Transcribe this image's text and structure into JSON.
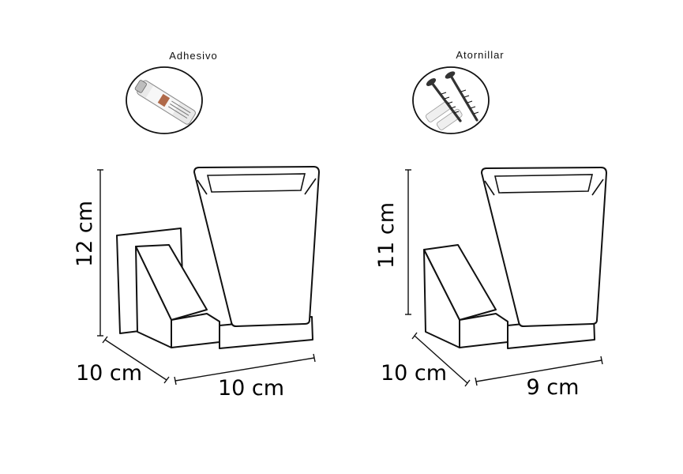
{
  "variants": [
    {
      "mount_label": "Adhesivo",
      "mount_icon": "adhesive-tube-icon",
      "height_label": "12 cm",
      "depth_label": "10 cm",
      "width_label": "10 cm"
    },
    {
      "mount_label": "Atornillar",
      "mount_icon": "screws-and-plugs-icon",
      "height_label": "11 cm",
      "depth_label": "10 cm",
      "width_label": "9 cm"
    }
  ]
}
